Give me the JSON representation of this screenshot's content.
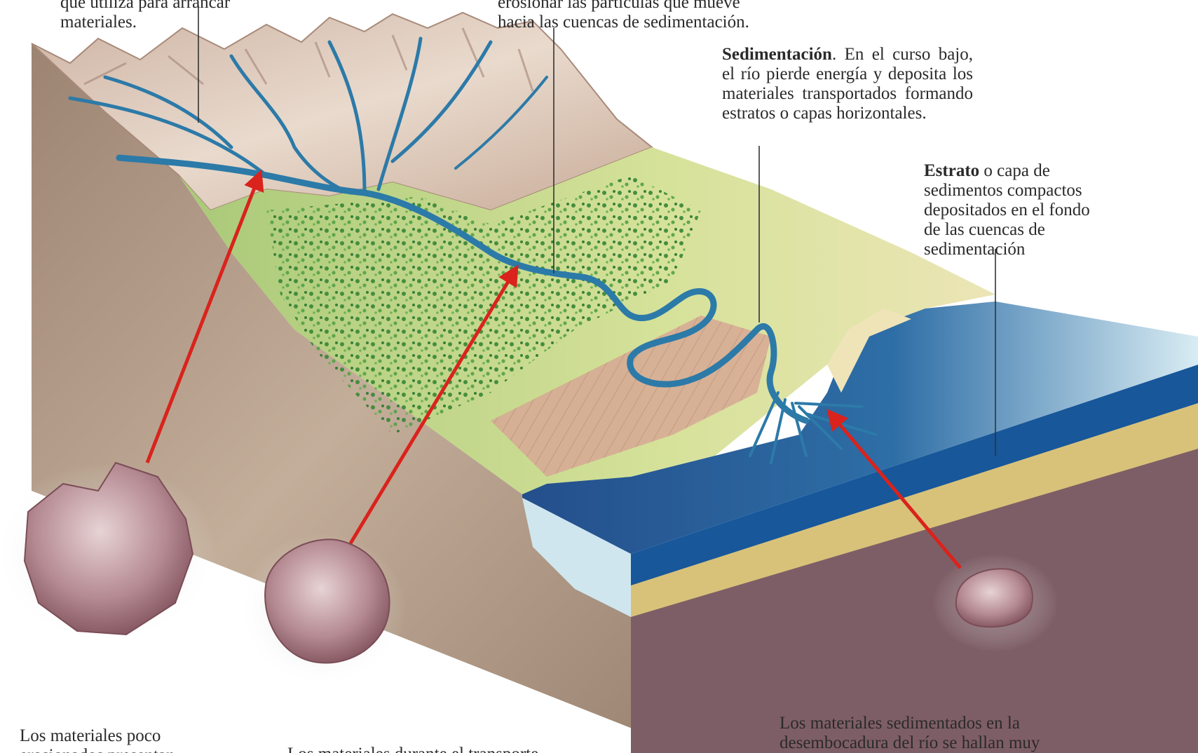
{
  "labels": {
    "erosion_top_left": "que utiliza para arrancar\nmateriales.",
    "transport_top": "erosionar las partículas que mueve\nhacia las cuencas de sedimentación.",
    "sedimentation": {
      "term": "Sedimentación",
      "text": ". En el curso bajo, el río pierde energía y deposita los materiales transportados formando estratos o capas horizontales."
    },
    "stratum": {
      "term": "Estrato",
      "text": " o capa de sedimentos compactos depositados en el fondo de las cuencas de sedimentación"
    },
    "rock_upper_course": "Los materiales poco\nerosionados presentan",
    "rock_transport": "Los materiales durante el transporte",
    "rock_mouth": "Los materiales sedimentados en la\ndesembocadura del río se hallan muy"
  },
  "colors": {
    "arrow": "#d9231c",
    "river": "#2c7aa8",
    "sea_deep": "#1e4f8f",
    "sea_light": "#cfe6ef",
    "layer_blue": "#17579a",
    "layer_sand": "#d8c27a",
    "layer_rock": "#7e5e66",
    "ground_side": "#b49d88",
    "vegetation": "#3f8f3c",
    "plain": "#c9d98a"
  }
}
